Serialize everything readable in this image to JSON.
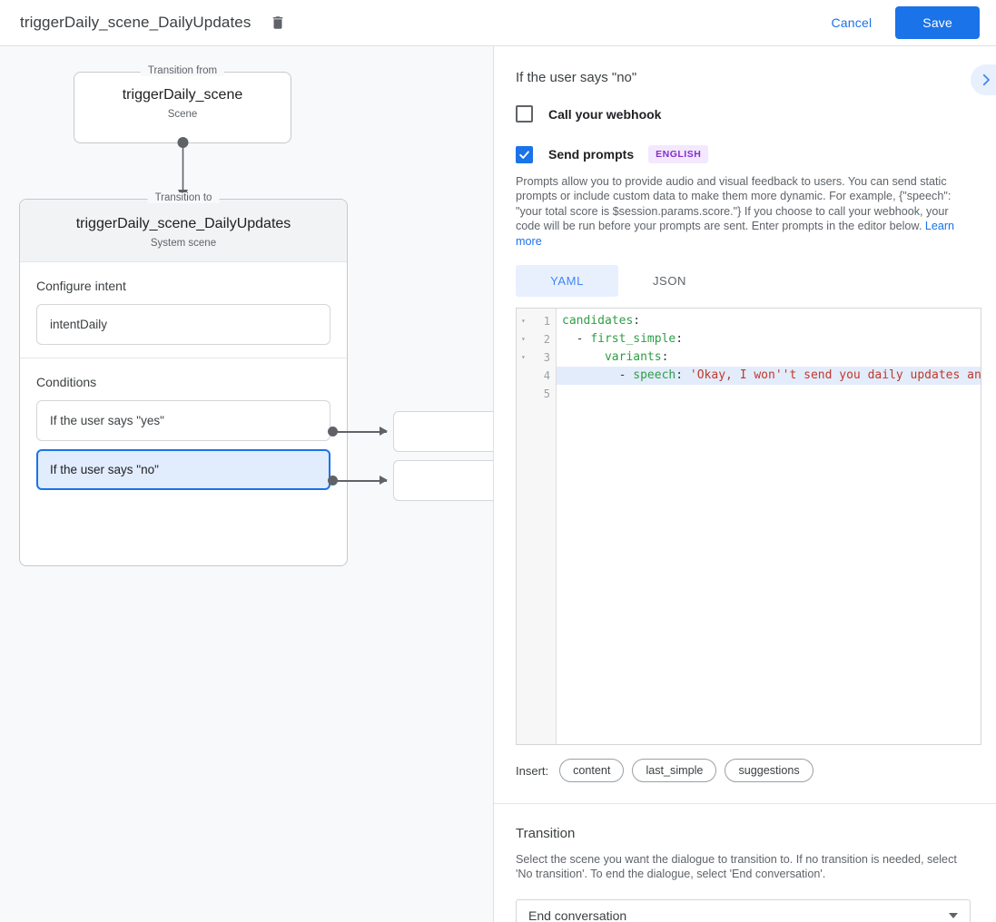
{
  "topbar": {
    "title": "triggerDaily_scene_DailyUpdates",
    "delete_icon": "trash-icon",
    "cancel_label": "Cancel",
    "save_label": "Save"
  },
  "canvas": {
    "transition_from": {
      "legend": "Transition from",
      "name": "triggerDaily_scene",
      "subtitle": "Scene"
    },
    "transition_to": {
      "legend": "Transition to",
      "name": "triggerDaily_scene_DailyUpdates",
      "subtitle": "System scene"
    },
    "intent_section": {
      "label": "Configure intent",
      "value": "intentDaily"
    },
    "conditions_section": {
      "label": "Conditions",
      "items": [
        {
          "label": "If the user says \"yes\"",
          "selected": false
        },
        {
          "label": "If the user says \"no\"",
          "selected": true
        }
      ]
    }
  },
  "panel": {
    "title": "If the user says \"no\"",
    "expand_icon": "chevron-right-icon",
    "webhook": {
      "label": "Call your webhook",
      "checked": false
    },
    "prompts": {
      "label": "Send prompts",
      "checked": true,
      "language_badge": "ENGLISH",
      "description": "Prompts allow you to provide audio and visual feedback to users. You can send static prompts or include custom data to make them more dynamic. For example, {\"speech\": \"your total score is $session.params.score.\"} If you choose to call your webhook, your code will be run before your prompts are sent. Enter prompts in the editor below.",
      "learn_more": "Learn more"
    },
    "editor_tabs": [
      {
        "label": "YAML",
        "active": true
      },
      {
        "label": "JSON",
        "active": false
      }
    ],
    "editor": {
      "lines": [
        {
          "n": "1",
          "fold": "▾",
          "segments": [
            {
              "t": "candidates",
              "c": "key"
            },
            {
              "t": ":",
              "c": "punct"
            }
          ],
          "highlight": false
        },
        {
          "n": "2",
          "fold": "▾",
          "segments": [
            {
              "t": "  - ",
              "c": "dash"
            },
            {
              "t": "first_simple",
              "c": "key"
            },
            {
              "t": ":",
              "c": "punct"
            }
          ],
          "highlight": false
        },
        {
          "n": "3",
          "fold": "▾",
          "segments": [
            {
              "t": "      ",
              "c": "dash"
            },
            {
              "t": "variants",
              "c": "key"
            },
            {
              "t": ":",
              "c": "punct"
            }
          ],
          "highlight": false
        },
        {
          "n": "4",
          "fold": "",
          "segments": [
            {
              "t": "        - ",
              "c": "dash"
            },
            {
              "t": "speech",
              "c": "key"
            },
            {
              "t": ": ",
              "c": "punct"
            },
            {
              "t": "'Okay, I won''t send you daily updates anymore.'",
              "c": "str"
            }
          ],
          "highlight": true
        },
        {
          "n": "5",
          "fold": "",
          "segments": [],
          "highlight": false
        }
      ]
    },
    "insert": {
      "label": "Insert:",
      "chips": [
        "content",
        "last_simple",
        "suggestions"
      ]
    },
    "transition": {
      "title": "Transition",
      "description": "Select the scene you want the dialogue to transition to. If no transition is needed, select 'No transition'. To end the dialogue, select 'End conversation'.",
      "selected": "End conversation",
      "caret_icon": "caret-down-icon"
    }
  },
  "colors": {
    "accent": "#1a73e8",
    "tab_active_bg": "#e8f0fe",
    "badge_bg": "#f3e8fd",
    "badge_fg": "#8430ce",
    "canvas_bg": "#f7f9fb"
  }
}
